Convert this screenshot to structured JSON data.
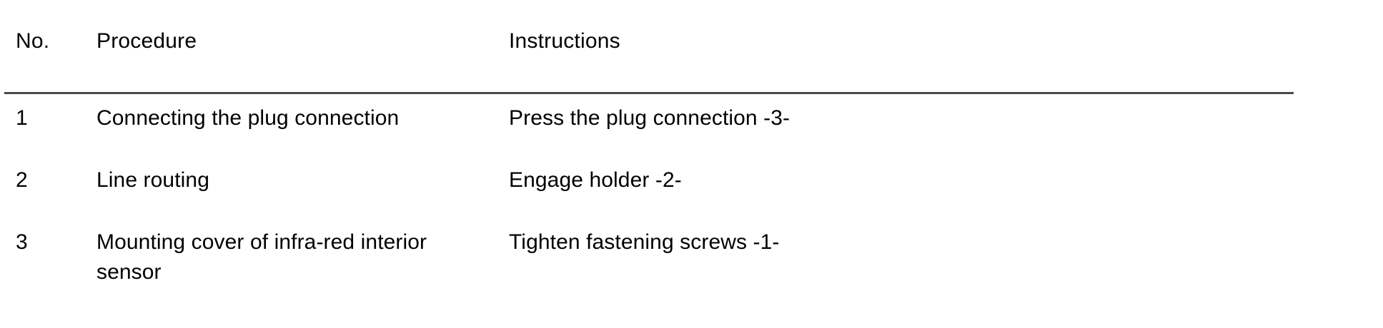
{
  "table": {
    "columns": [
      {
        "key": "no",
        "label": "No."
      },
      {
        "key": "procedure",
        "label": "Procedure"
      },
      {
        "key": "instructions",
        "label": "Instructions"
      }
    ],
    "rule_color": "#4a4a4a",
    "text_color": "#000000",
    "background_color": "#ffffff",
    "rows": [
      {
        "no": "1",
        "procedure": "Connecting the plug connection",
        "procedure_lines": [
          "Connecting the plug connection"
        ],
        "instructions": "Press the plug connection -3-"
      },
      {
        "no": "2",
        "procedure": "Line routing",
        "procedure_lines": [
          "Line routing"
        ],
        "instructions": "Engage holder -2-"
      },
      {
        "no": "3",
        "procedure": "Mounting cover of infra-red interior sensor",
        "procedure_lines": [
          "Mounting cover of infra-red interior",
          "sensor"
        ],
        "instructions": "Tighten fastening screws -1-"
      }
    ]
  }
}
